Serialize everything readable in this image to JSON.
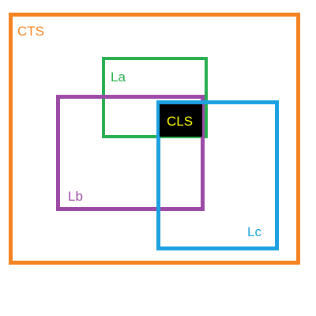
{
  "diagram": {
    "regions": [
      {
        "key": "cts",
        "label": "CTS",
        "color": "#f58220"
      },
      {
        "key": "la",
        "label": "La",
        "color": "#27ae4f"
      },
      {
        "key": "lb",
        "label": "Lb",
        "color": "#9b4aa6"
      },
      {
        "key": "lc",
        "label": "Lc",
        "color": "#1ba1e2"
      }
    ],
    "intersection": {
      "label": "CLS",
      "text_color": "#ffff00",
      "fill": "#000000"
    }
  }
}
